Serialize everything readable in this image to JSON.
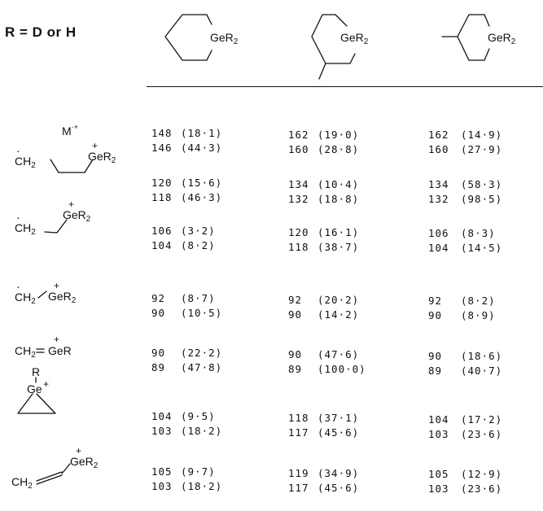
{
  "header": {
    "r_label": "R = D or H",
    "ge_label": "GeR",
    "sub_2": "2"
  },
  "rows_labels": {
    "molecular_ion": "M",
    "mi_sup": "·+",
    "ch2": "CH",
    "ch": "CH",
    "ger": "GeR",
    "r": "R",
    "ge": "Ge",
    "plus": "+",
    "dot": "·",
    "sub_2": "2",
    "sub_2b": "2"
  },
  "table": {
    "rows": [
      {
        "name": "molecular-ion",
        "cols": [
          [
            "148",
            "(18·1)",
            "146",
            "(44·3)"
          ],
          [
            "162",
            "(19·0)",
            "160",
            "(28·8)"
          ],
          [
            "162",
            "(14·9)",
            "160",
            "(27·9)"
          ]
        ]
      },
      {
        "name": "propyl-germyl",
        "cols": [
          [
            "120",
            "(15·6)",
            "118",
            "(46·3)"
          ],
          [
            "134",
            "(10·4)",
            "132",
            "(18·8)"
          ],
          [
            "134",
            "(58·3)",
            "132",
            "(98·5)"
          ]
        ]
      },
      {
        "name": "ethyl-germyl",
        "cols": [
          [
            "106",
            "(3·2)",
            "104",
            "(8·2)"
          ],
          [
            "120",
            "(16·1)",
            "118",
            "(38·7)"
          ],
          [
            "106",
            "(8·3)",
            "104",
            "(14·5)"
          ]
        ]
      },
      {
        "name": "methyl-germyl",
        "cols": [
          [
            "92",
            "(8·7)",
            "90",
            "(10·5)"
          ],
          [
            "92",
            "(20·2)",
            "90",
            "(14·2)"
          ],
          [
            "92",
            "(8·2)",
            "90",
            "(8·9)"
          ]
        ]
      },
      {
        "name": "germene",
        "cols": [
          [
            "90",
            "(22·2)",
            "89",
            "(47·8)"
          ],
          [
            "90",
            "(47·6)",
            "89",
            "(100·0)"
          ],
          [
            "90",
            "(18·6)",
            "89",
            "(40·7)"
          ]
        ]
      },
      {
        "name": "germacyclopropyl",
        "cols": [
          [
            "104",
            "(9·5)",
            "103",
            "(18·2)"
          ],
          [
            "118",
            "(37·1)",
            "117",
            "(45·6)"
          ],
          [
            "104",
            "(17·2)",
            "103",
            "(23·6)"
          ]
        ]
      },
      {
        "name": "vinyl-germyl",
        "cols": [
          [
            "105",
            "(9·7)",
            "103",
            "(18·2)"
          ],
          [
            "119",
            "(34·9)",
            "117",
            "(45·6)"
          ],
          [
            "105",
            "(12·9)",
            "103",
            "(23·6)"
          ]
        ]
      }
    ]
  }
}
